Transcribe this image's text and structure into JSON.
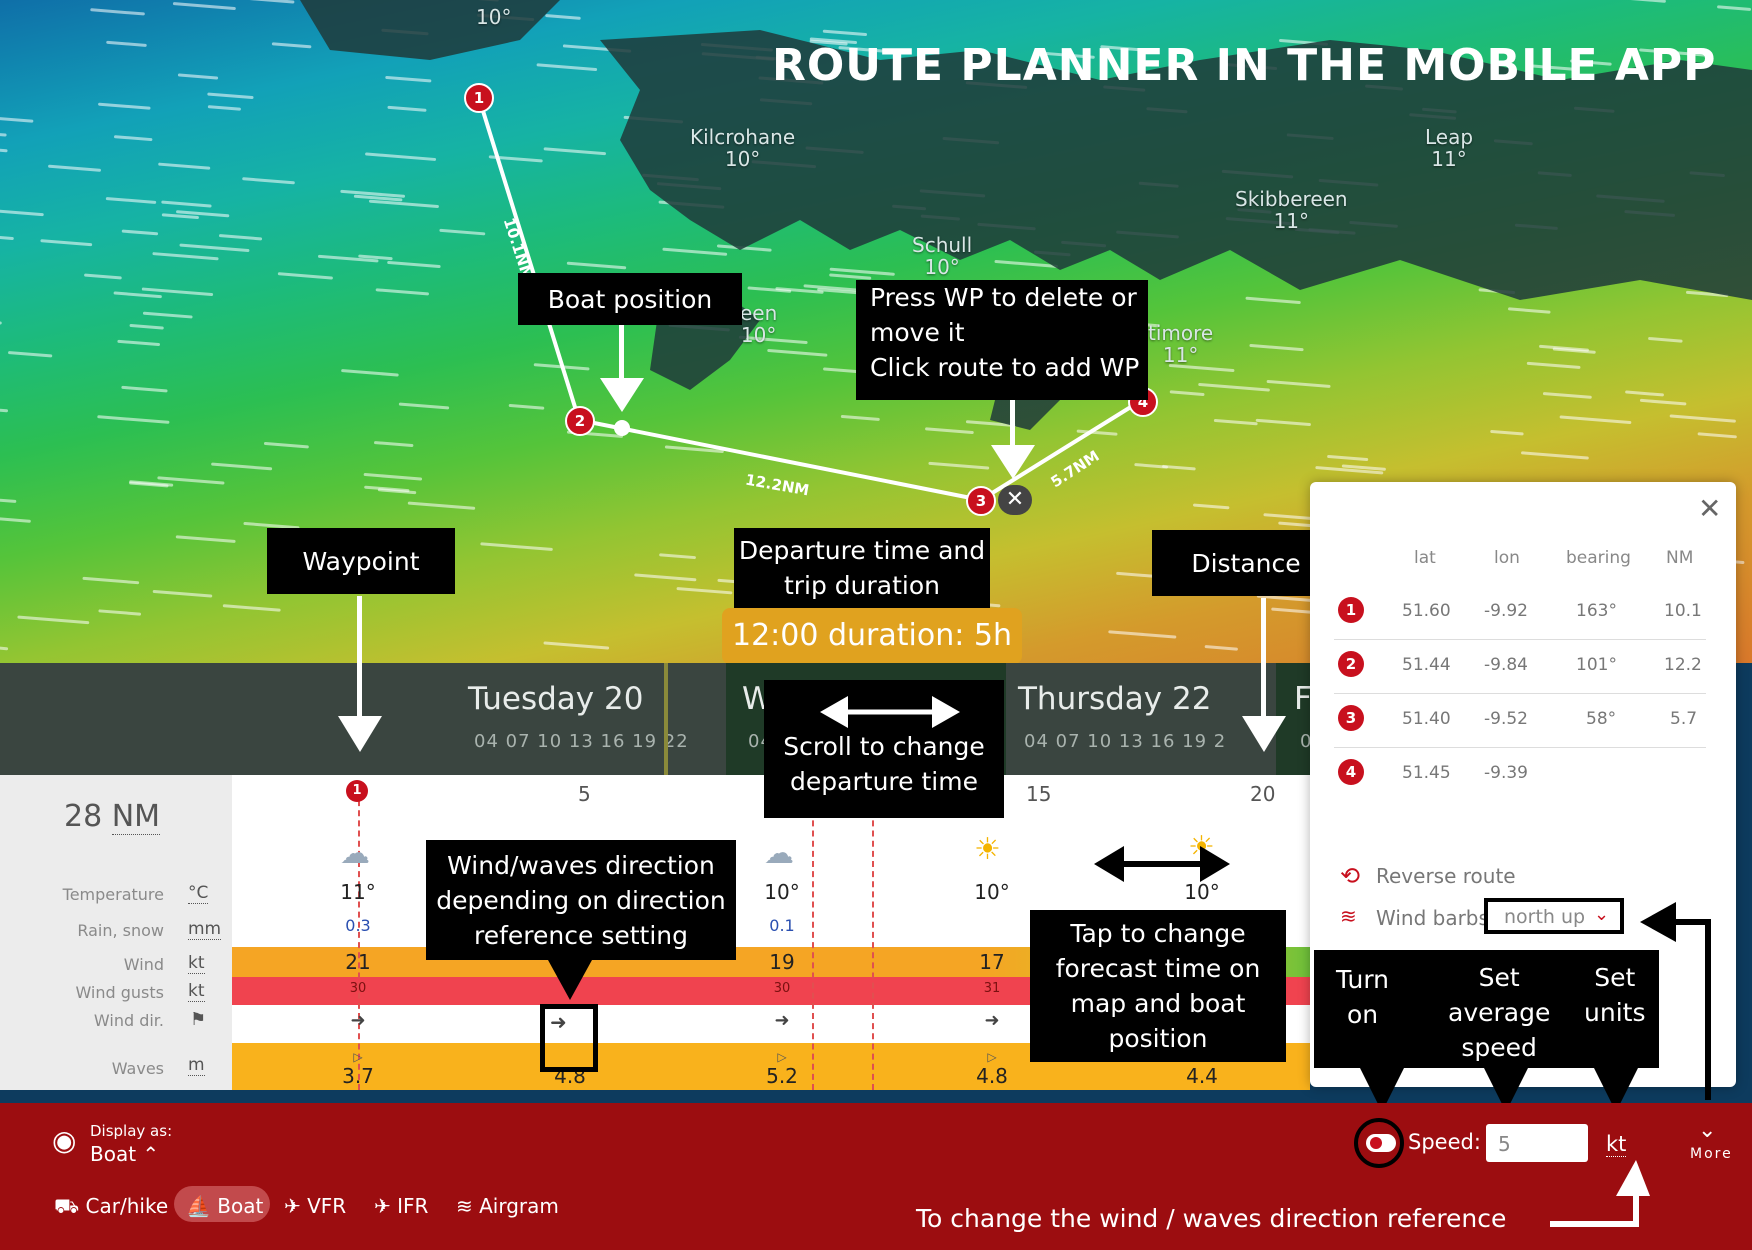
{
  "title": "ROUTE PLANNER IN THE MOBILE APP",
  "towns": [
    {
      "name": "Kilcrohane",
      "temp": "10°"
    },
    {
      "name": "Schull",
      "temp": "10°"
    },
    {
      "name": "Leap",
      "temp": "11°"
    },
    {
      "name": "Skibbereen",
      "temp": "11°"
    },
    {
      "name": "een",
      "temp": "10°"
    },
    {
      "name": "timore",
      "temp": "11°"
    },
    {
      "name": "",
      "temp": "10°"
    }
  ],
  "route": {
    "waypoints": [
      "1",
      "2",
      "3",
      "4"
    ],
    "legs": [
      "10.1NM",
      "12.2NM",
      "5.7NM"
    ],
    "delete_symbol": "✕"
  },
  "callouts": {
    "boat_position": "Boat position",
    "press_wp": [
      "Press WP to delete or",
      "move it",
      "Click route to add WP"
    ],
    "waypoint": "Waypoint",
    "departure": [
      "Departure time and",
      "trip duration"
    ],
    "distance": "Distance",
    "scroll": [
      "Scroll to change",
      "departure time"
    ],
    "wind_waves": [
      "Wind/waves direction",
      "depending on direction",
      "reference setting"
    ],
    "tap": [
      "Tap to change",
      "forecast time on",
      "map and boat",
      "position"
    ],
    "turn_on": [
      "Turn",
      "on"
    ],
    "set_speed": [
      "Set",
      "average",
      "speed"
    ],
    "set_units": [
      "Set",
      "units"
    ],
    "change_ref": "To change the wind / waves direction reference"
  },
  "departure_badge": "12:00 duration: 5h",
  "timeline": {
    "days": [
      {
        "label": "Tuesday 20",
        "hours": "04 07 10 13 16 19 22"
      },
      {
        "label": "W",
        "hours": "04"
      },
      {
        "label": "Thursday 22",
        "hours": "04 07 10 13 16 19 2"
      },
      {
        "label": "F",
        "hours": "0"
      }
    ]
  },
  "forecast": {
    "distance_value": "28",
    "distance_unit": "NM",
    "markers": [
      "1",
      "5",
      "15",
      "20"
    ],
    "rows": [
      {
        "label": "Temperature",
        "unit": "°C"
      },
      {
        "label": "Rain, snow",
        "unit": "mm"
      },
      {
        "label": "Wind",
        "unit": "kt"
      },
      {
        "label": "Wind gusts",
        "unit": "kt"
      },
      {
        "label": "Wind dir.",
        "unit": "flag-icon"
      },
      {
        "label": "Waves",
        "unit": "m"
      }
    ],
    "columns": [
      {
        "temp": "11°",
        "rain": "0.3",
        "wind": "21",
        "gust": "30",
        "waves": "3.7"
      },
      {
        "temp": "",
        "rain": "",
        "wind": "",
        "gust": "",
        "waves": "4.8"
      },
      {
        "temp": "10°",
        "rain": "0.1",
        "wind": "19",
        "gust": "30",
        "waves": "5.2"
      },
      {
        "temp": "10°",
        "rain": "",
        "wind": "17",
        "gust": "31",
        "waves": "4.8"
      },
      {
        "temp": "10°",
        "rain": "",
        "wind": "",
        "gust": "",
        "waves": "4.4"
      }
    ]
  },
  "panel": {
    "headers": [
      "lat",
      "lon",
      "bearing",
      "NM"
    ],
    "rows": [
      {
        "wp": "1",
        "lat": "51.60",
        "lon": "-9.92",
        "bearing": "163°",
        "nm": "10.1"
      },
      {
        "wp": "2",
        "lat": "51.44",
        "lon": "-9.84",
        "bearing": "101°",
        "nm": "12.2"
      },
      {
        "wp": "3",
        "lat": "51.40",
        "lon": "-9.52",
        "bearing": "58°",
        "nm": "5.7"
      },
      {
        "wp": "4",
        "lat": "51.45",
        "lon": "-9.39",
        "bearing": "",
        "nm": ""
      }
    ],
    "reverse_route": "Reverse route",
    "wind_barbs_label": "Wind barbs",
    "wind_barbs_value": "north up"
  },
  "bottom": {
    "display_as_label": "Display as:",
    "display_as_value": "Boat",
    "modes": [
      "Car/hike",
      "Boat",
      "VFR",
      "IFR",
      "Airgram"
    ],
    "speed_label": "Speed:",
    "speed_value": "5",
    "speed_unit": "kt",
    "more": "More"
  },
  "colors": {
    "route_red": "#c8101e",
    "badge": "#e0a21f",
    "bottom_bar": "#9c0d10",
    "wind_band": "#f5a524",
    "gust_band": "#f0434f",
    "waves_band": "#f9b21c"
  }
}
